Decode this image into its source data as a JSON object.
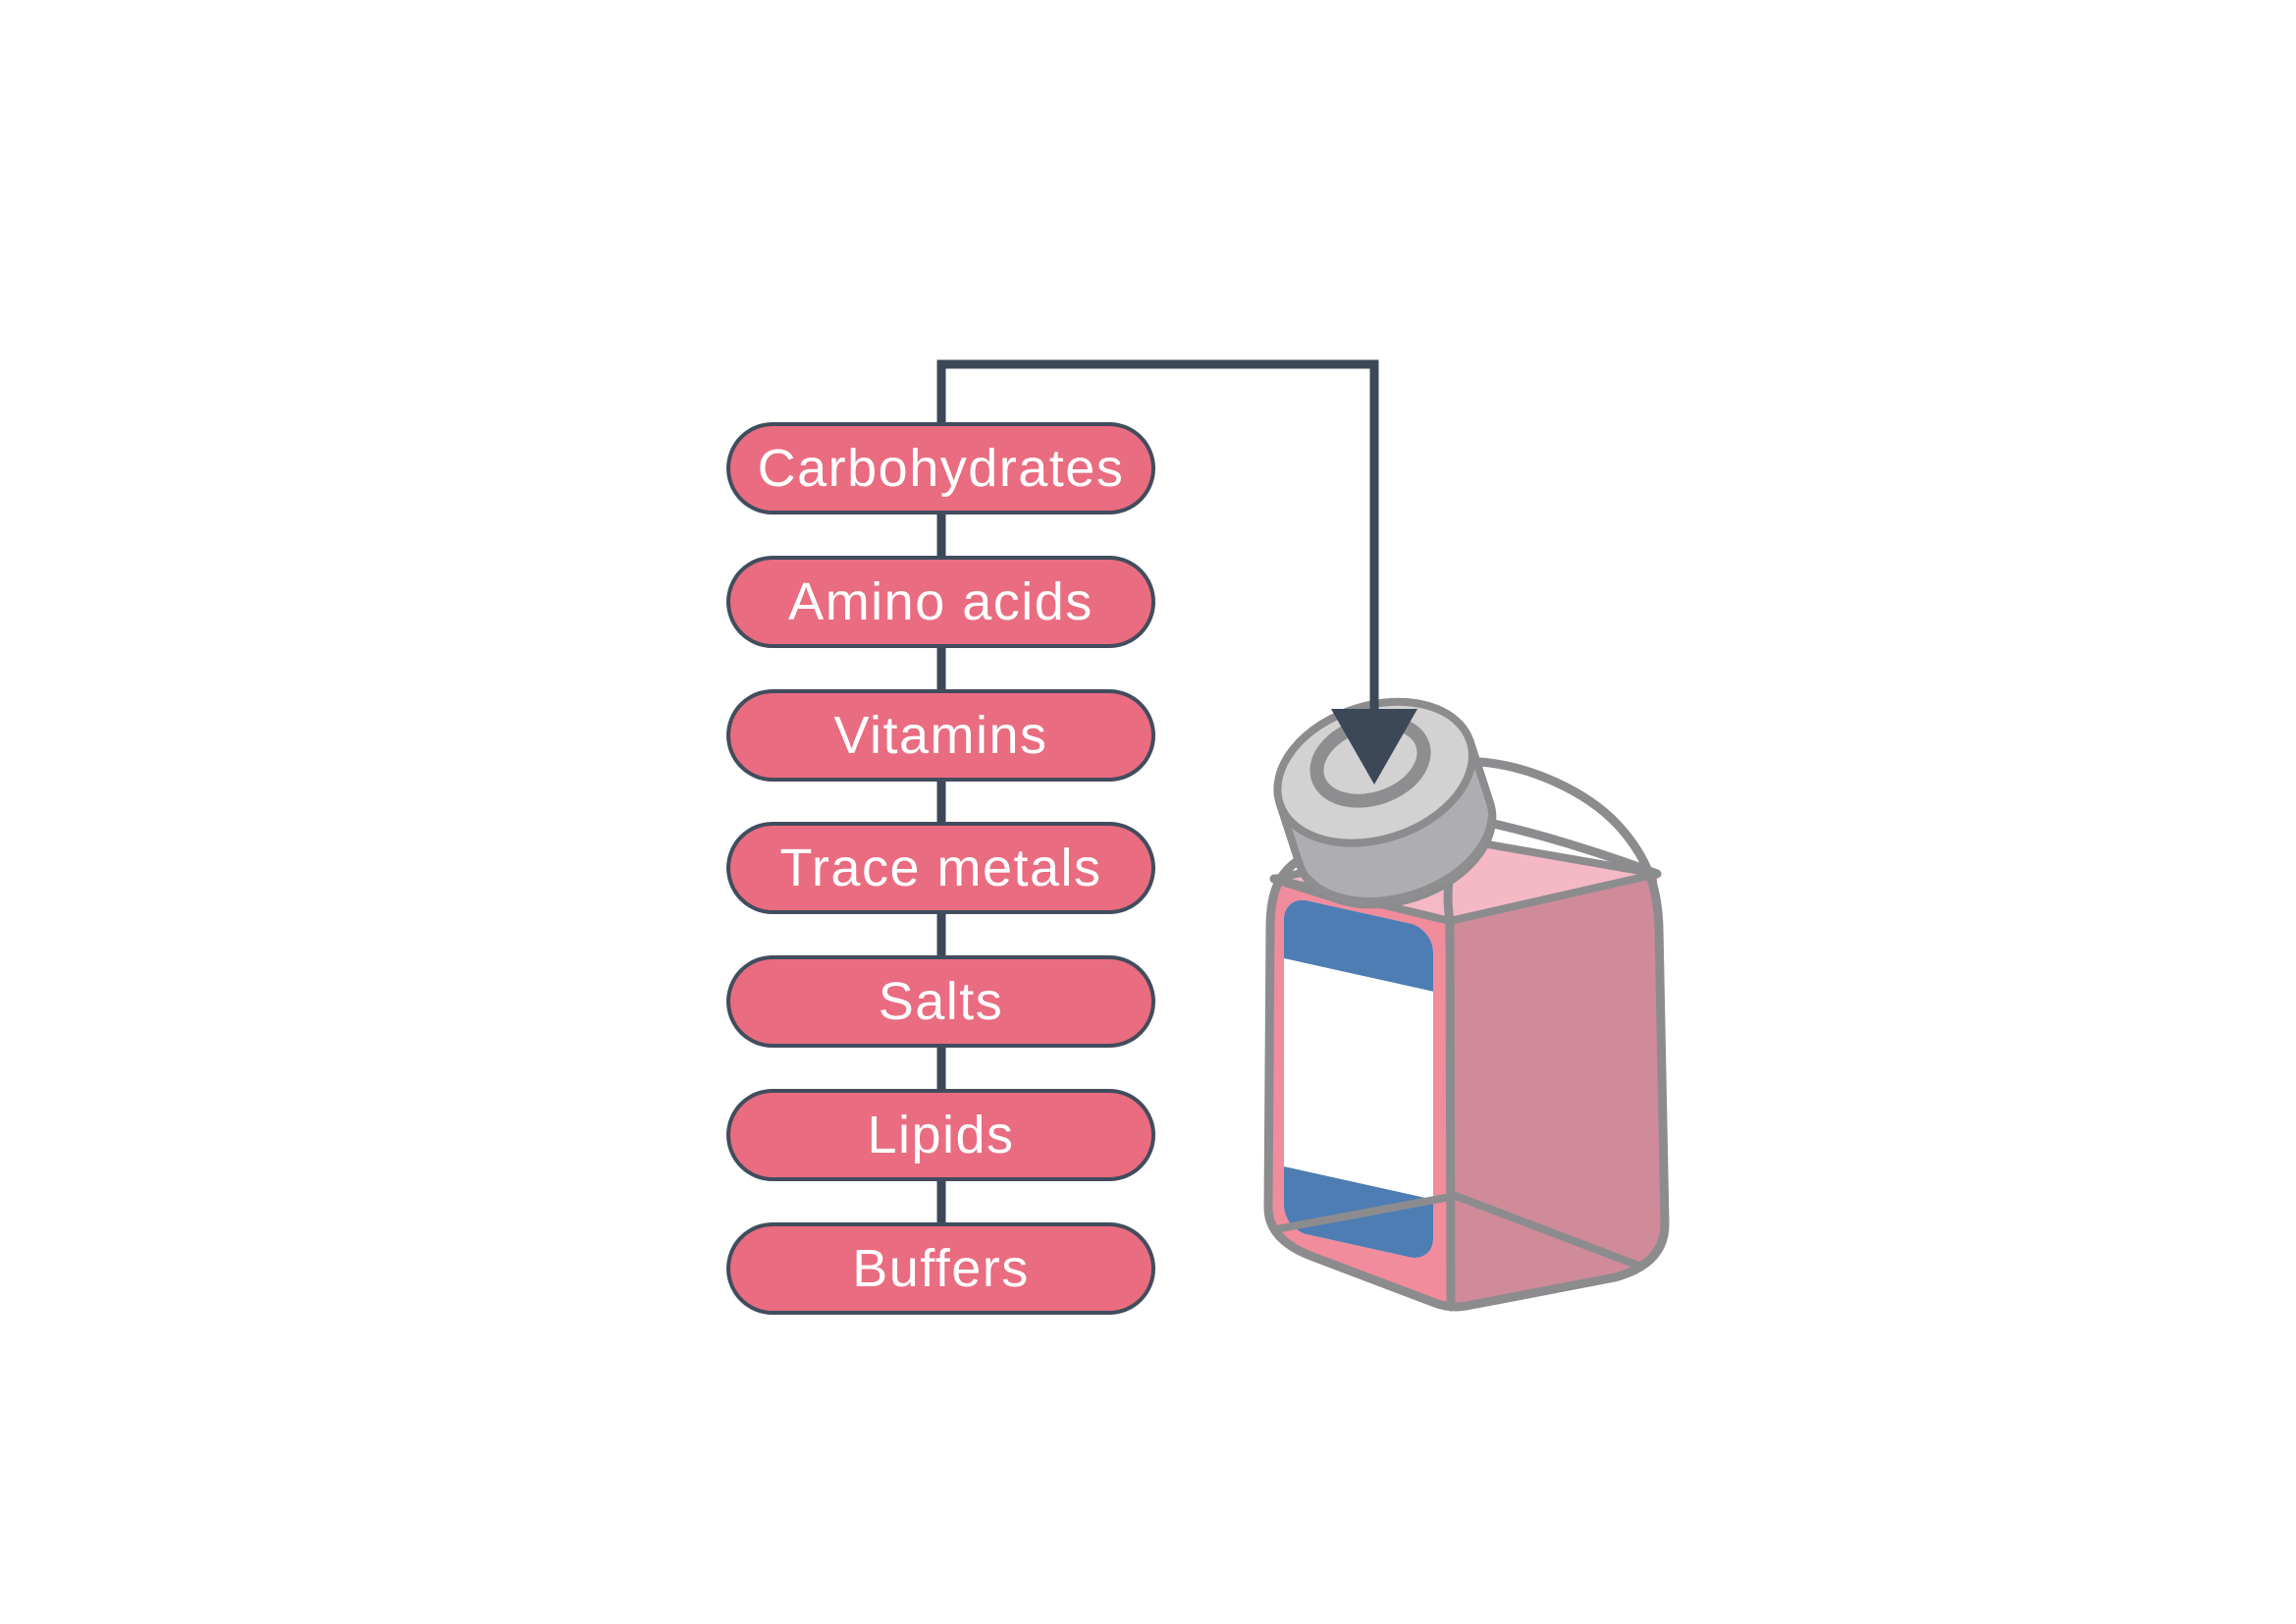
{
  "diagram": {
    "type": "flow-diagram",
    "components": [
      {
        "label": "Carbohydrates"
      },
      {
        "label": "Amino acids"
      },
      {
        "label": "Vitamins"
      },
      {
        "label": "Trace metals"
      },
      {
        "label": "Salts"
      },
      {
        "label": "Lipids"
      },
      {
        "label": "Buffers"
      }
    ],
    "target": {
      "name": "cell-culture-media-bottle"
    },
    "icons": {
      "arrow": "arrow-down-icon",
      "bottle": "media-bottle-icon",
      "cap": "bottle-cap-icon",
      "label": "bottle-label-icon"
    },
    "colors": {
      "background": "#FFFFFF",
      "pill_fill": "#E96C80",
      "pill_border": "#414D5D",
      "pill_text": "#FFFFFF",
      "connector": "#3C4858",
      "bottle_outline": "#8C8C8F",
      "cap_top": "#D2D2D3",
      "cap_side": "#AEAEB0",
      "cap_ring": "#8E8E90",
      "liquid_front": "#F18C9C",
      "liquid_side": "#CF8B9A",
      "liquid_top": "#F5B8C5",
      "label_blue": "#4E7DB3",
      "label_white": "#FFFFFF"
    }
  }
}
